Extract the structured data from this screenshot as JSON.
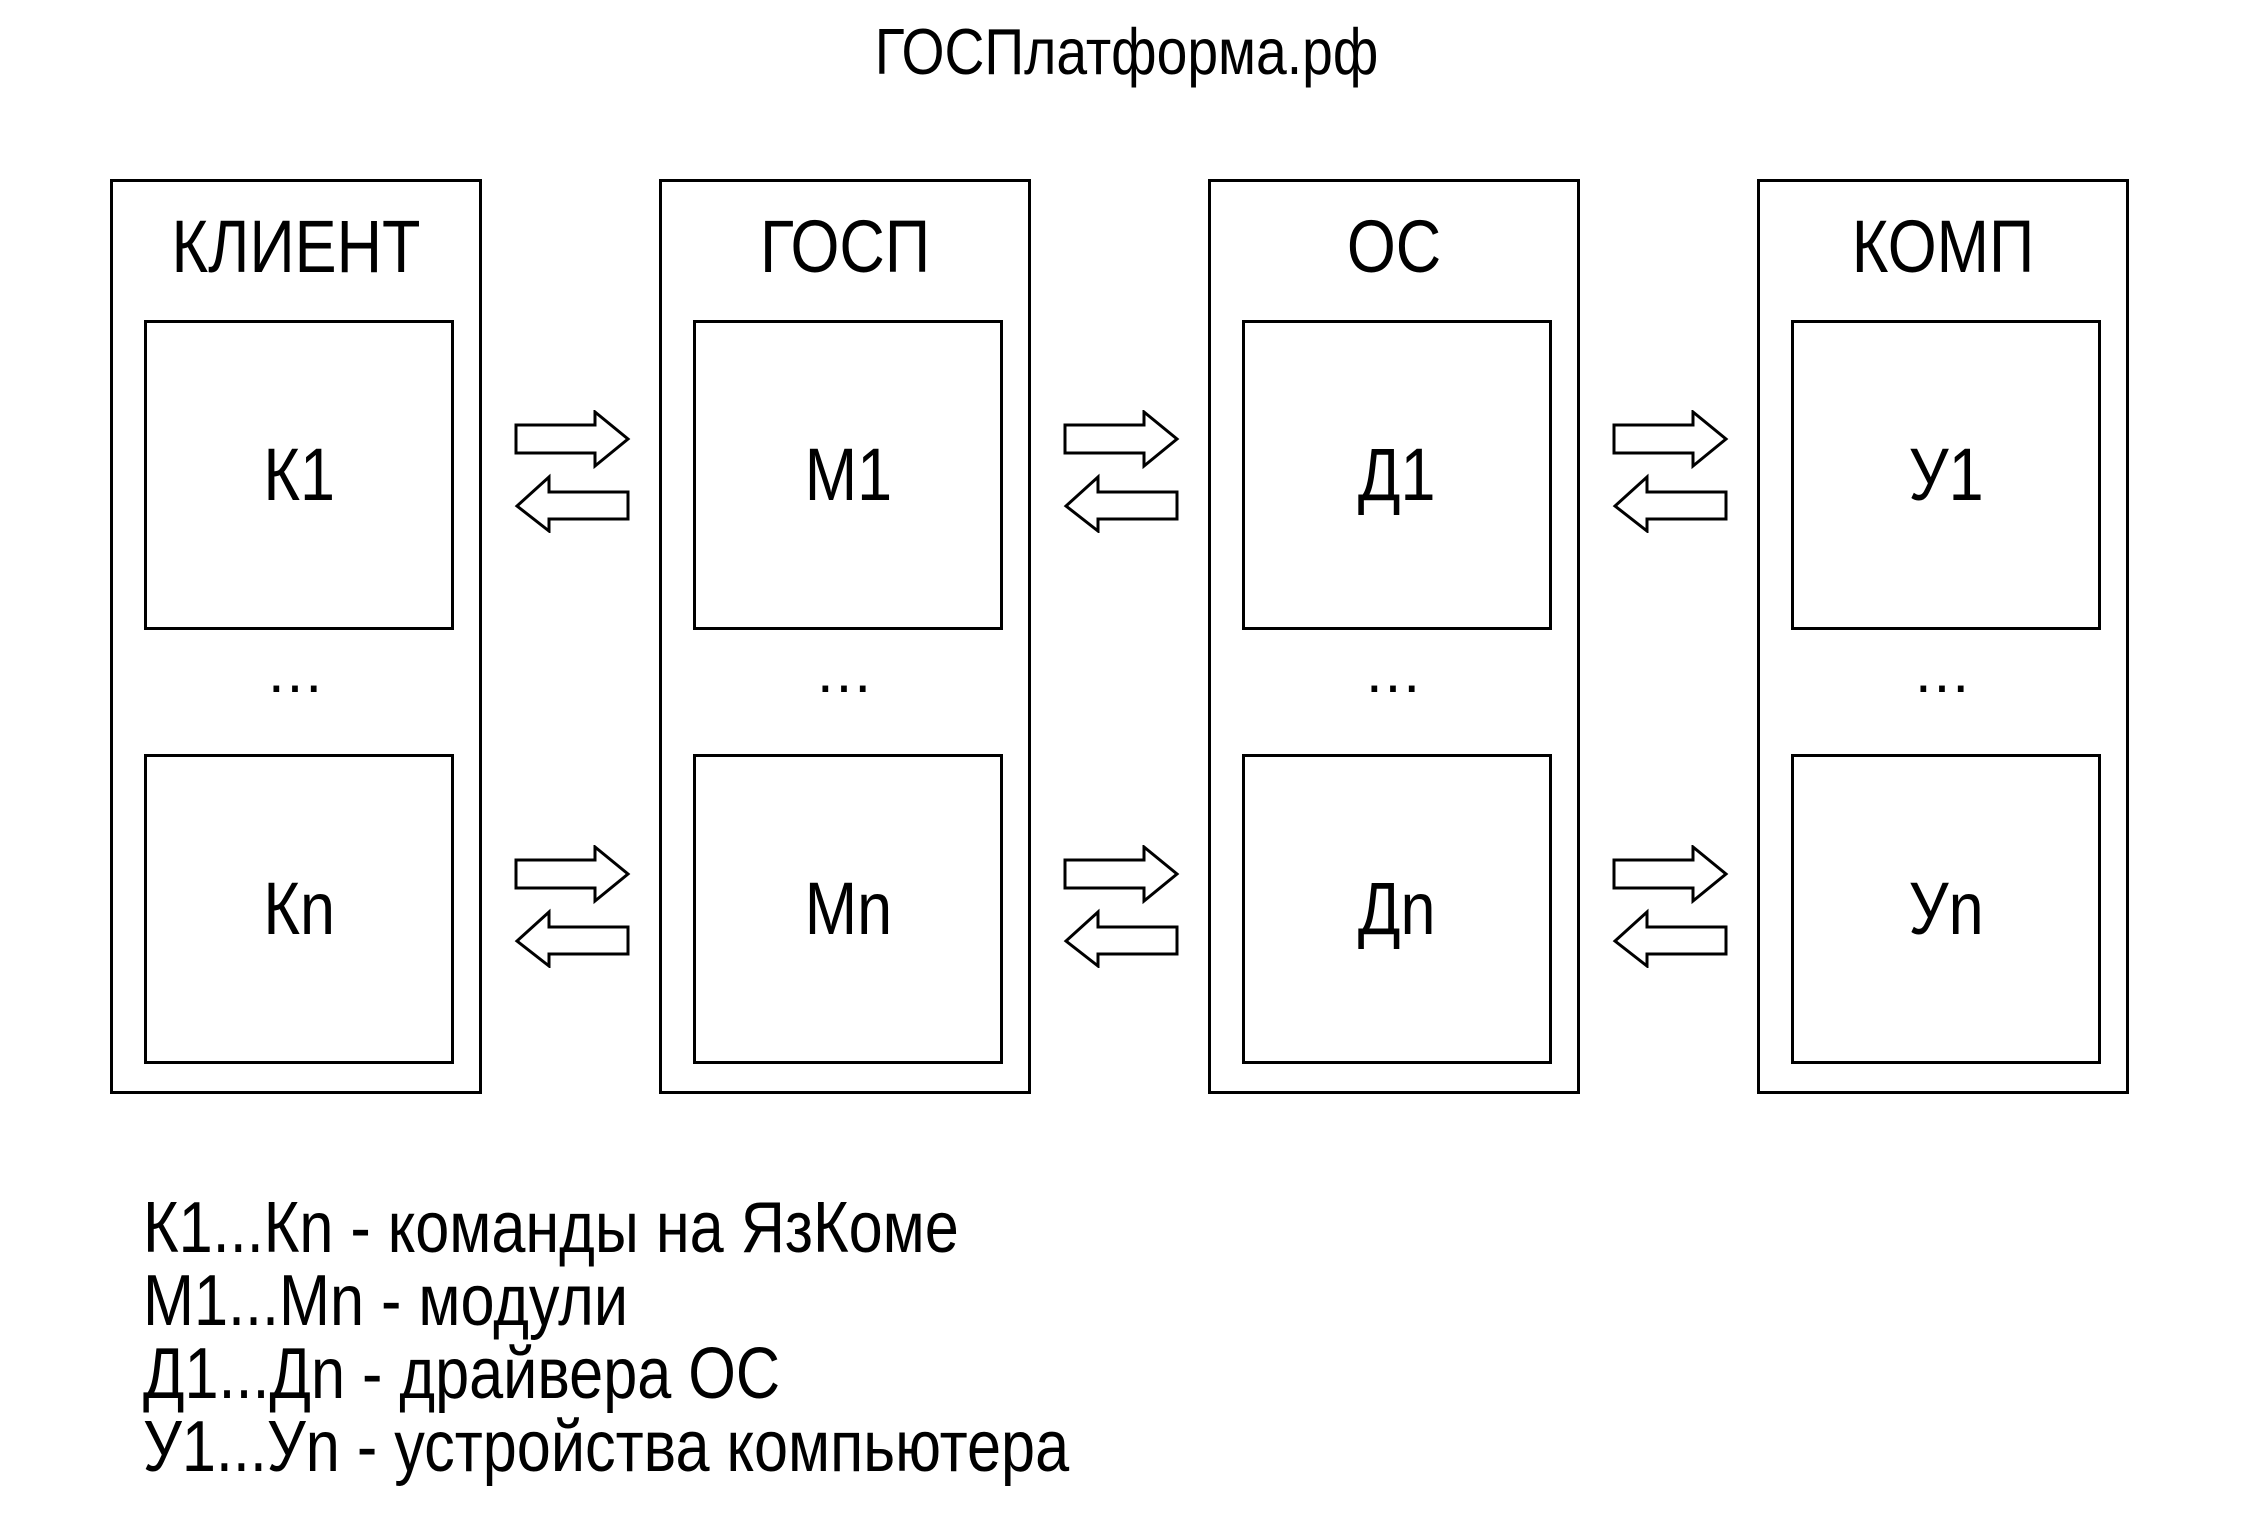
{
  "title": "ГОСПлатформа.рф",
  "columns": [
    {
      "title": "КЛИЕНТ",
      "first": "К1",
      "ellipsis": "...",
      "last": "Кn"
    },
    {
      "title": "ГОСП",
      "first": "М1",
      "ellipsis": "...",
      "last": "Мn"
    },
    {
      "title": "ОС",
      "first": "Д1",
      "ellipsis": "...",
      "last": "Дn"
    },
    {
      "title": "КОМП",
      "first": "У1",
      "ellipsis": "...",
      "last": "Уn"
    }
  ],
  "legend": [
    "К1...Кn - команды на ЯзКоме",
    "М1...Мn - модули",
    "Д1...Дn - драйвера ОС",
    "У1...Уn - устройства компьютера"
  ],
  "icons": {
    "arrow": "bidirectional-hollow-arrow-icon"
  }
}
